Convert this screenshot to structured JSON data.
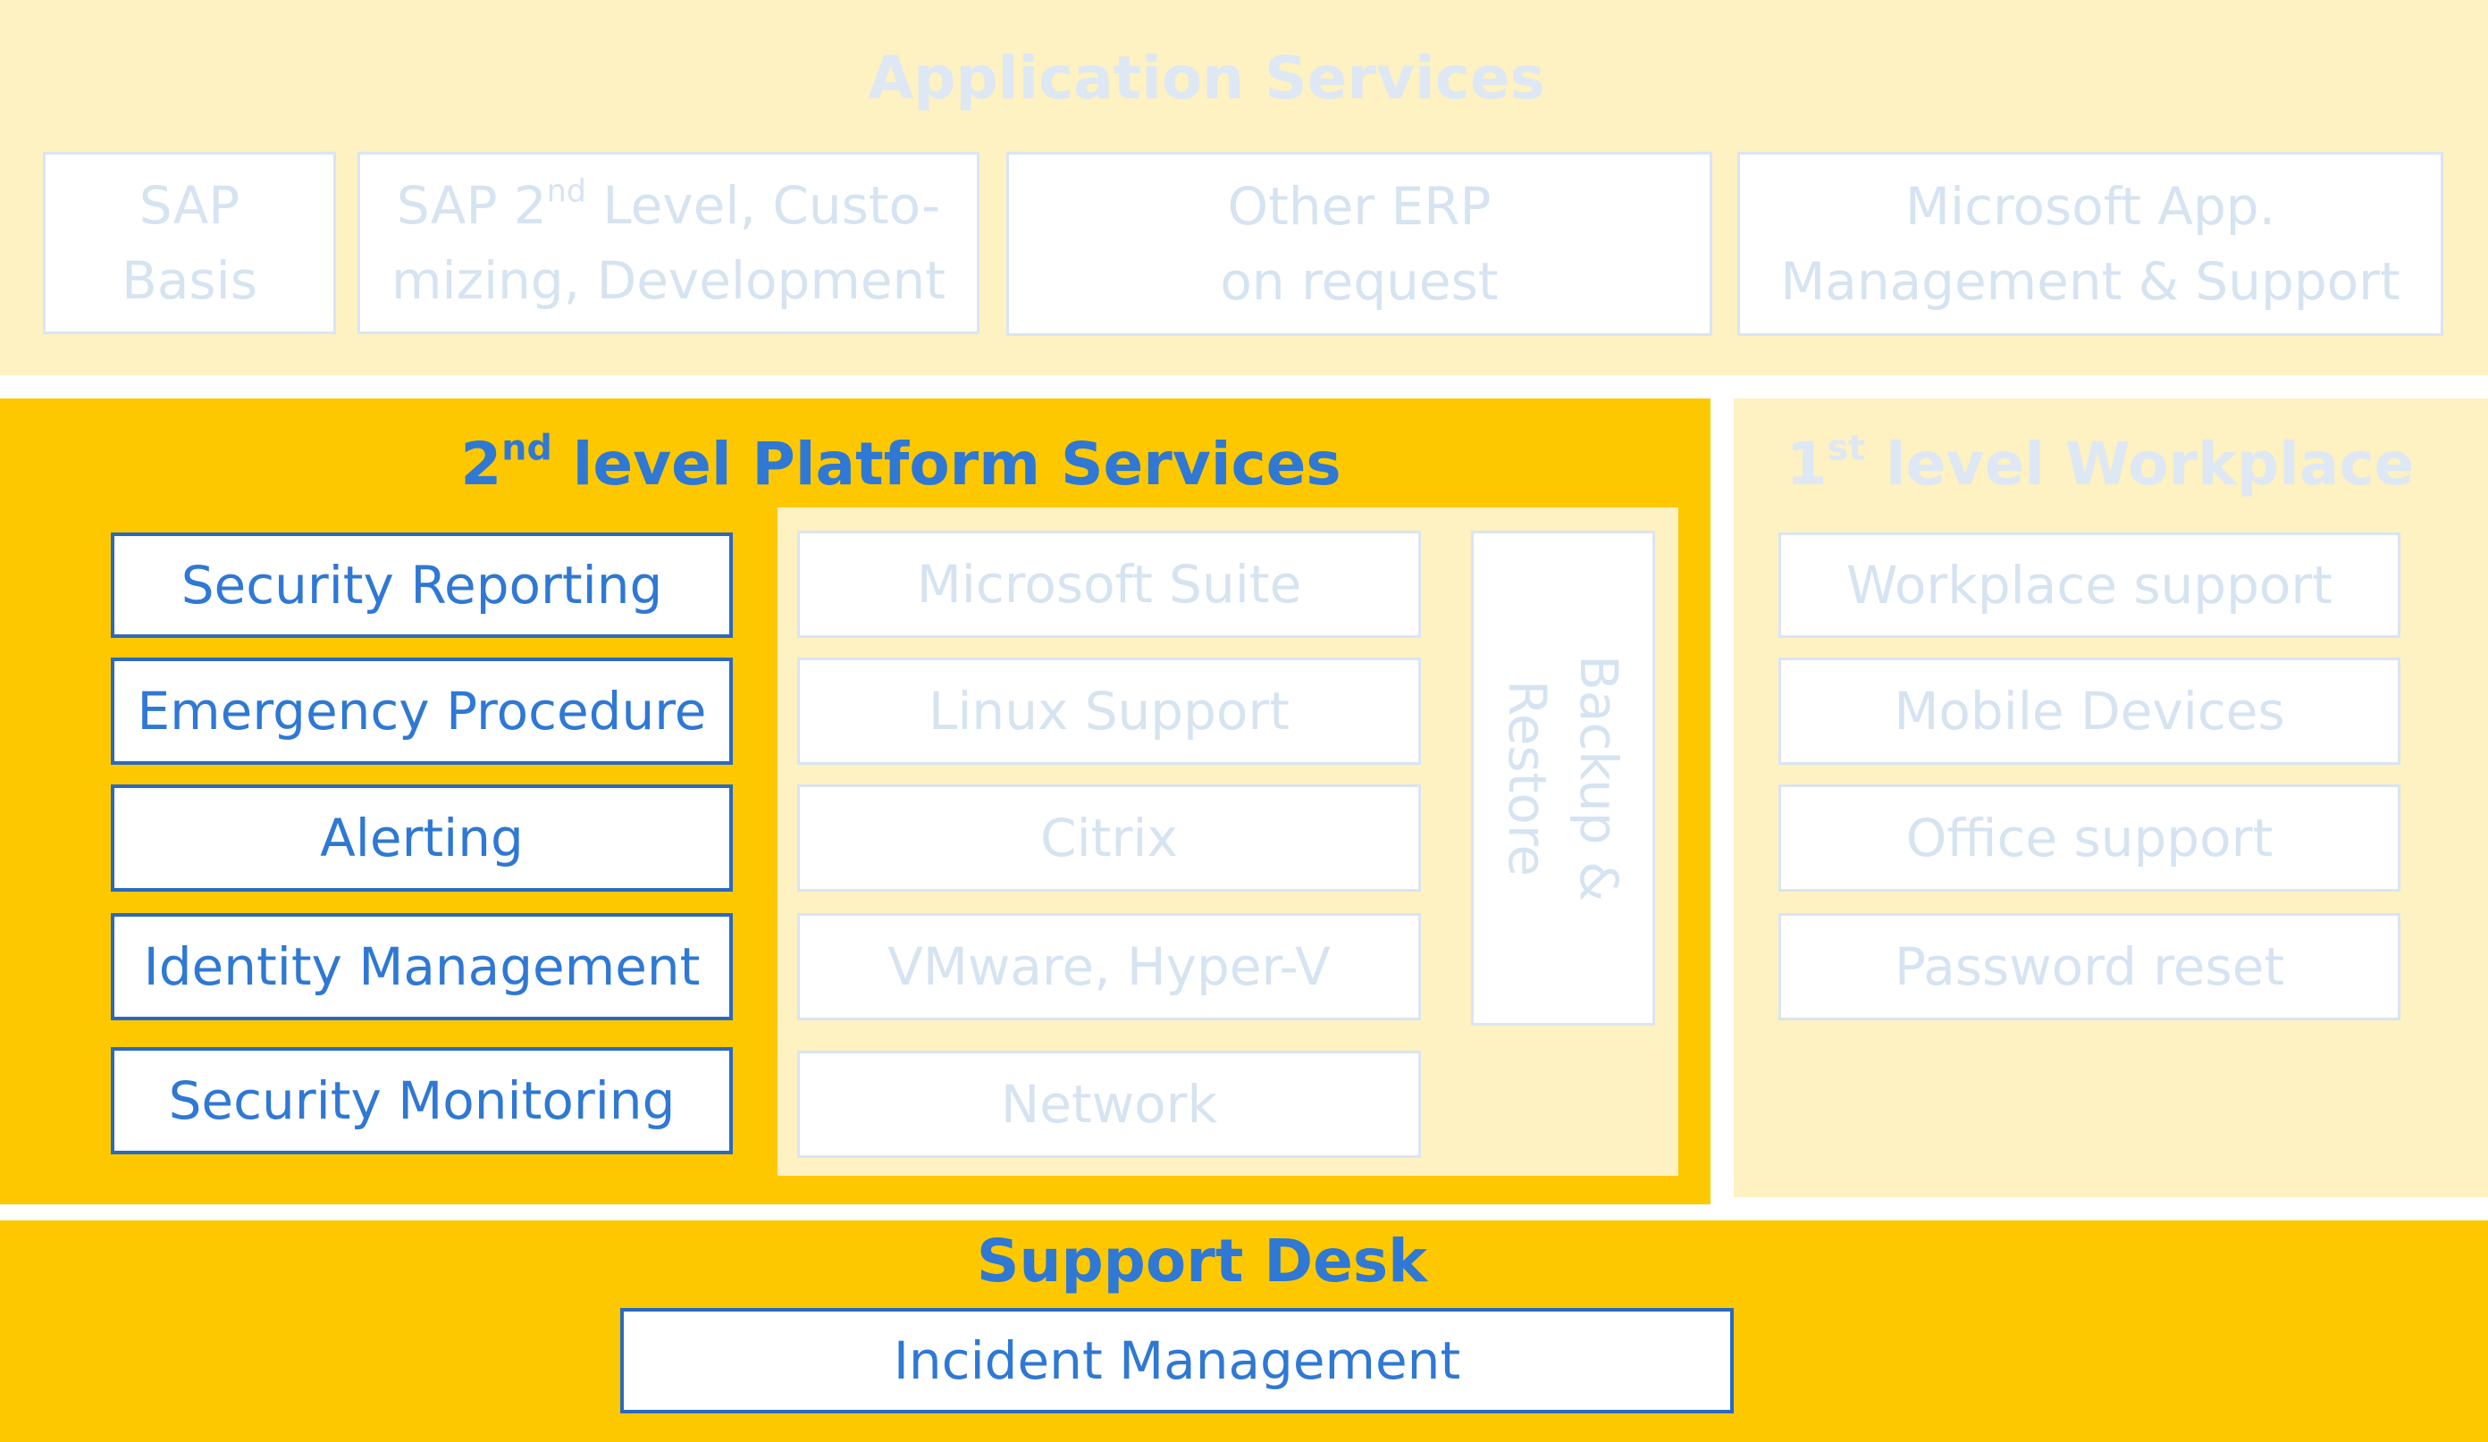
{
  "application_services": {
    "title": "Application Services",
    "boxes": [
      {
        "line1": "SAP",
        "line2": "Basis"
      },
      {
        "line1_pre": "SAP 2",
        "line1_sup": "nd",
        "line1_post": " Level, Custo-",
        "line2": "mizing, Development"
      },
      {
        "line1": "Other ERP",
        "line2": "on request"
      },
      {
        "line1": "Microsoft App.",
        "line2": "Management & Support"
      }
    ]
  },
  "platform_services": {
    "title_pre": "2",
    "title_sup": "nd",
    "title_post": " level Platform Services",
    "left_items": [
      "Security Reporting",
      "Emergency Procedure",
      "Alerting",
      "Identity Management",
      "Security Monitoring"
    ],
    "center_items": [
      "Microsoft Suite",
      "Linux Support",
      "Citrix",
      "VMware, Hyper-V",
      "Network"
    ],
    "backup": {
      "line1": "Backup &",
      "line2": "Restore"
    }
  },
  "workplace": {
    "title_pre": "1",
    "title_sup": "st",
    "title_post": " level Workplace",
    "items": [
      "Workplace support",
      "Mobile Devices",
      "Office support",
      "Password reset"
    ]
  },
  "support_desk": {
    "title": "Support Desk",
    "item": "Incident Management"
  },
  "colors": {
    "light_panel": "#fef1c2",
    "dark_panel": "#fec800",
    "accent_text": "#2f78d4",
    "accent_border": "#2a69c0",
    "faded_text": "#d6e3f1"
  }
}
